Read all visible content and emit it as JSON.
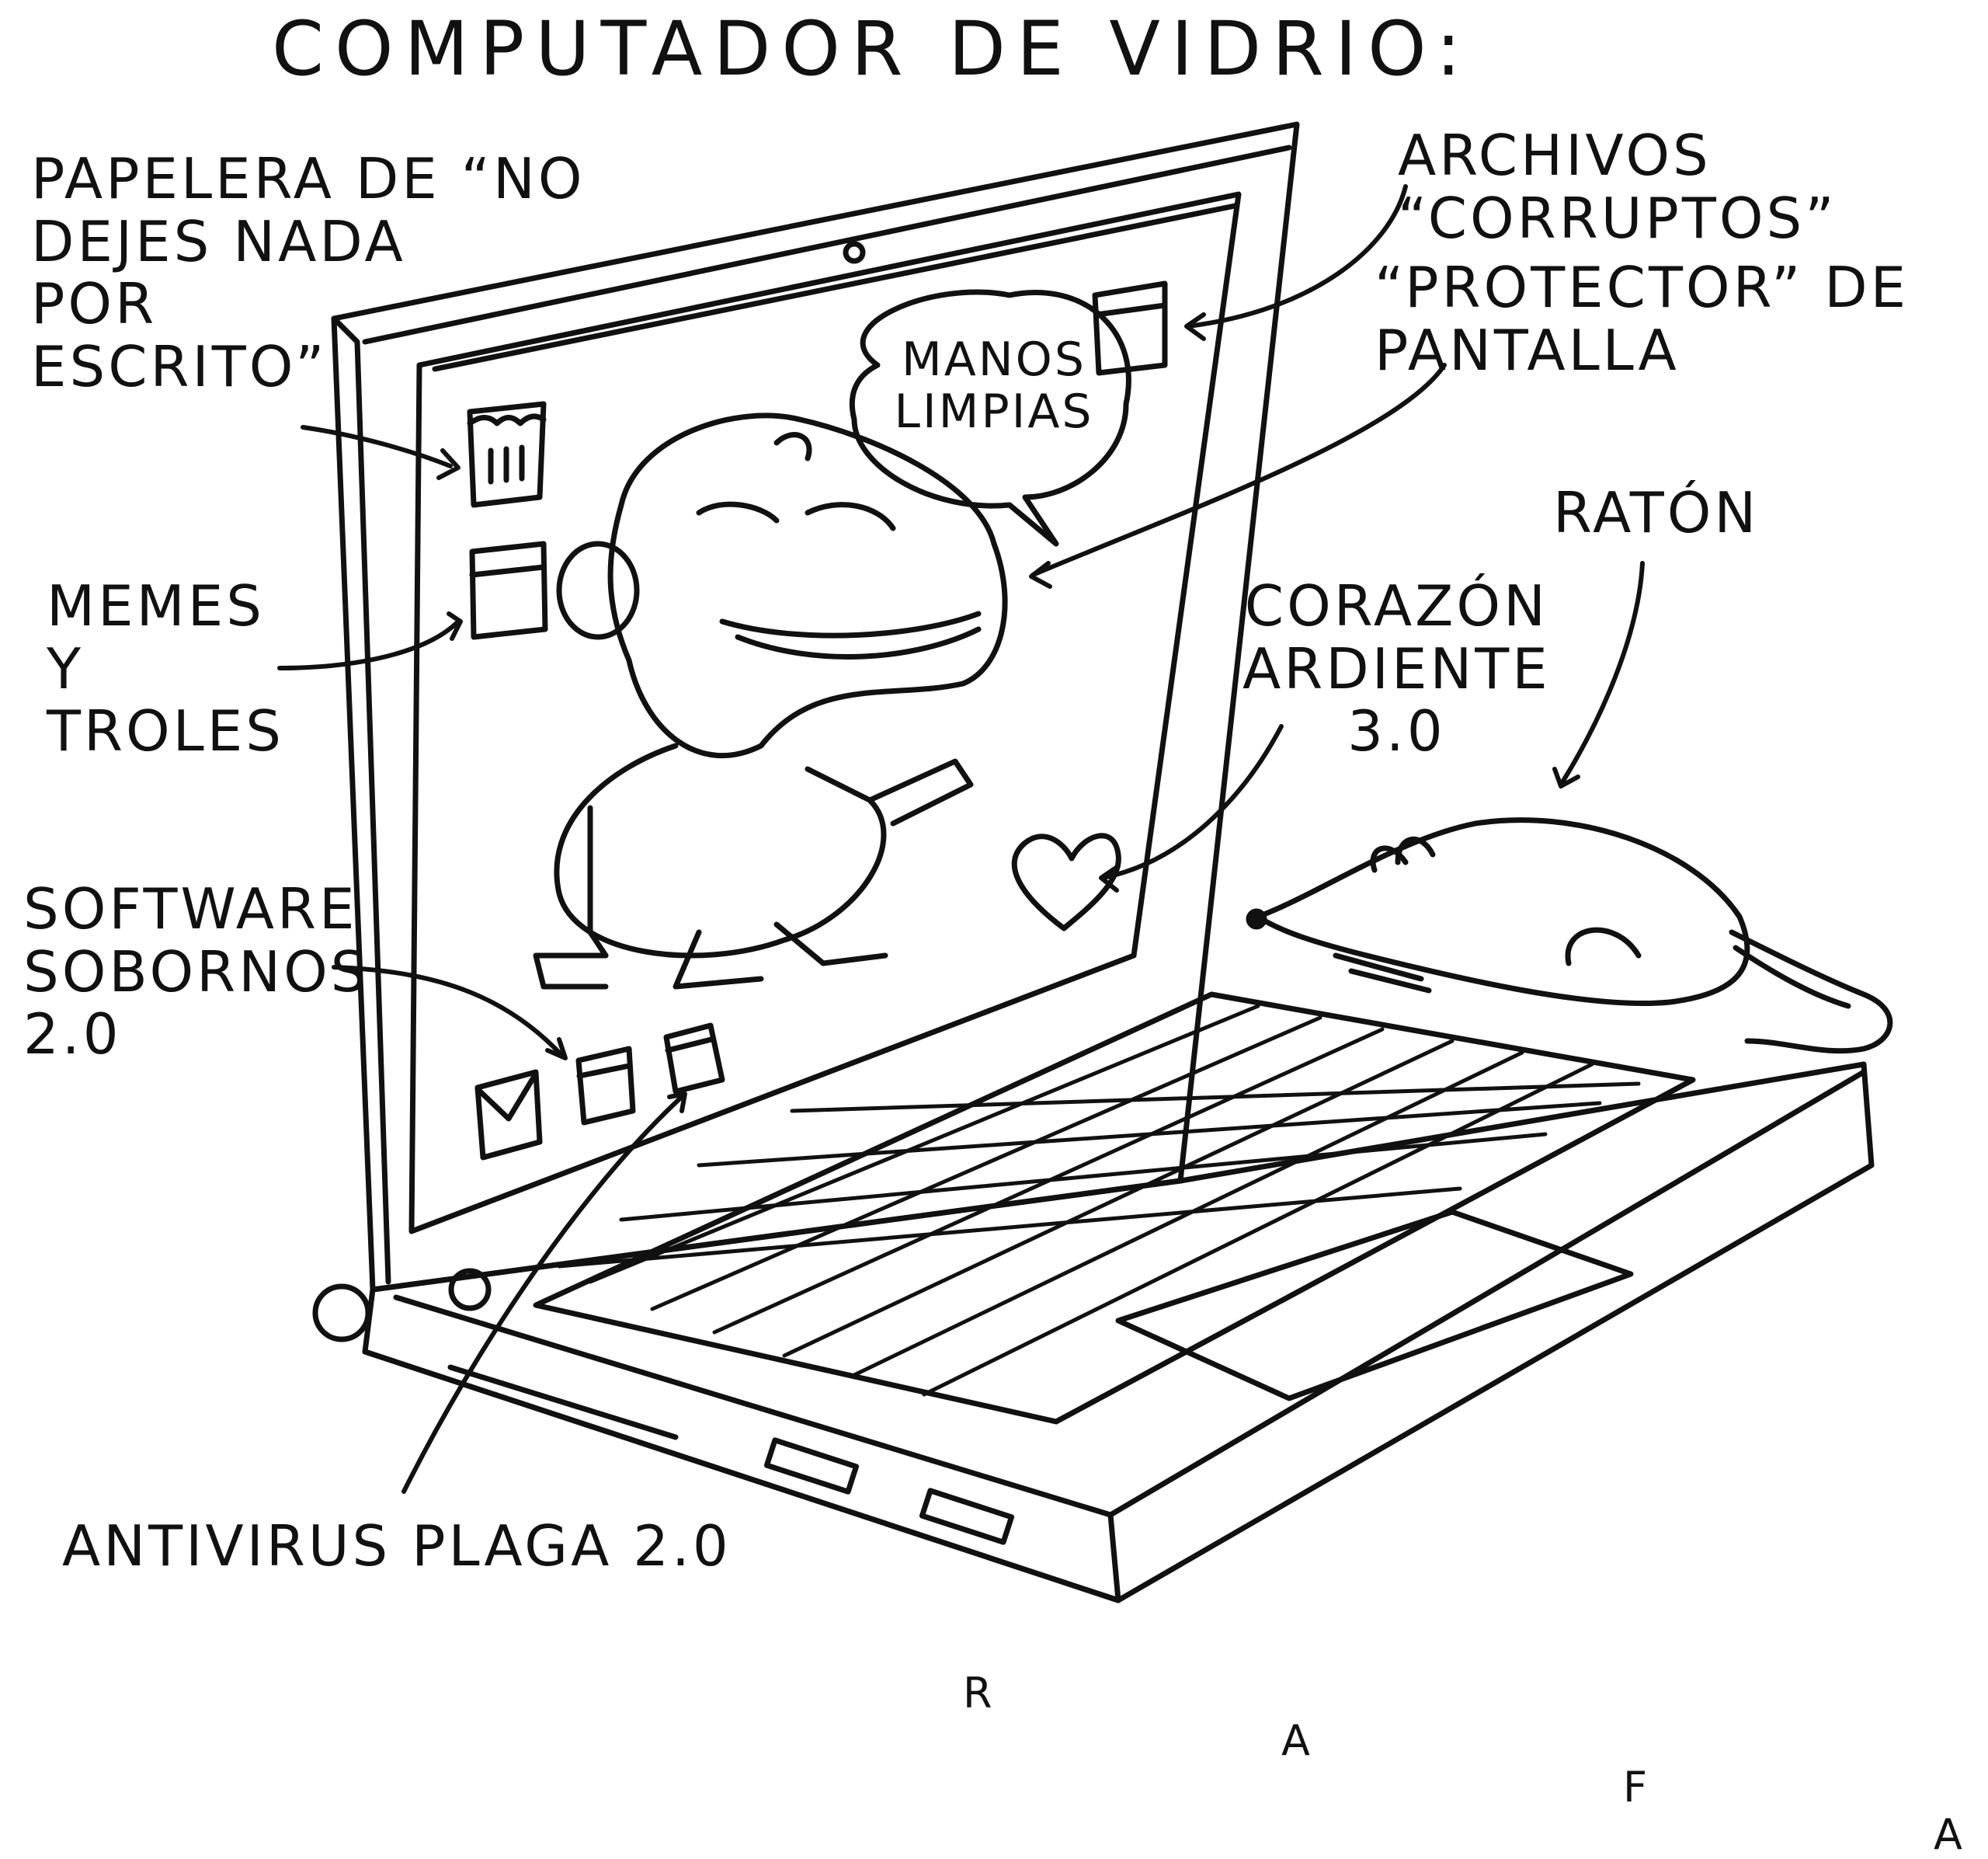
{
  "title": "COMPUTADOR DE VIDRIO:",
  "callouts": {
    "papelera": "PAPELERA DE “NO\nDEJES NADA\nPOR\nESCRITO”",
    "memes": "MEMES\nY\nTROLES",
    "software": "SOFTWARE\nSOBORNOS\n2.0",
    "antivirus": "ANTIVIRUS PLAGA 2.0",
    "archivos": "ARCHIVOS “CORRUPTOS”",
    "protector": "“PROTECTOR” DE\nPANTALLA",
    "raton": "RATÓN",
    "corazon": "CORAZÓN\nARDIENTE\n3.0"
  },
  "speech_bubble": "MANOS\nLIMPIAS",
  "signature": [
    "R",
    "A",
    "F",
    "A"
  ],
  "colors": {
    "ink": "#111111",
    "paper": "#ffffff"
  },
  "icons": [
    "trash-icon",
    "folder-icon",
    "mail-icon",
    "heart-icon",
    "webcam-icon",
    "rat-illustration",
    "caricature-figure"
  ]
}
